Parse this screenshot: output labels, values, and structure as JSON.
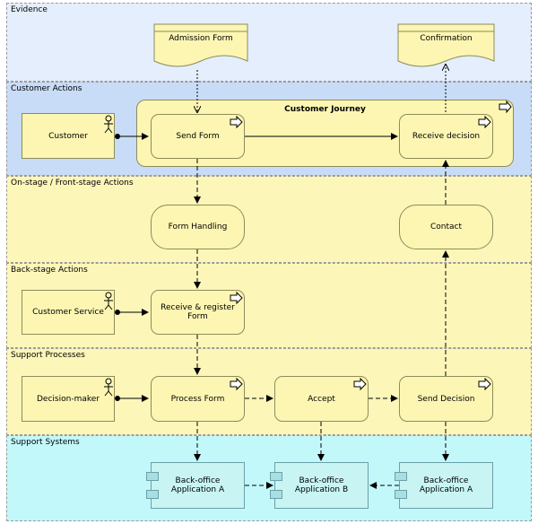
{
  "lanes": {
    "evidence": "Evidence",
    "customer_actions": "Customer Actions",
    "onstage": "On-stage / Front-stage Actions",
    "backstage": "Back-stage Actions",
    "support_processes": "Support Processes",
    "support_systems": "Support Systems"
  },
  "evidence": {
    "admission_form": "Admission Form",
    "confirmation": "Confirmation"
  },
  "customer": {
    "actor": "Customer",
    "journey_title": "Customer Journey",
    "send_form": "Send Form",
    "receive_decision": "Receive decision"
  },
  "onstage": {
    "form_handling": "Form Handling",
    "contact": "Contact"
  },
  "backstage": {
    "actor": "Customer Service",
    "receive_register": "Receive & register Form"
  },
  "support": {
    "actor": "Decision-maker",
    "process_form": "Process Form",
    "accept": "Accept",
    "send_decision": "Send Decision"
  },
  "systems": {
    "app1_line1": "Back-office",
    "app1_line2": "Application A",
    "app2_line1": "Back-office",
    "app2_line2": "Application B",
    "app3_line1": "Back-office",
    "app3_line2": "Application A"
  },
  "colors": {
    "evidence_lane": "#e4eefc",
    "customer_lane": "#c8dcf7",
    "yellow_lane": "#fdf6b9",
    "systems_lane": "#c3f8fb",
    "element_fill": "#fdf6b3",
    "app_fill": "#c8f4f4"
  }
}
